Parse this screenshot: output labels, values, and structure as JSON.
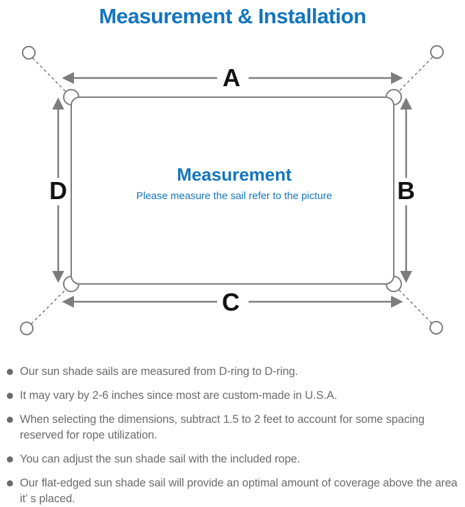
{
  "colors": {
    "accent_blue": "#1475bd",
    "line_gray": "#7c7c7c",
    "label_black": "#121212",
    "text_gray": "#6b6b6b"
  },
  "header": {
    "title": "Measurement & Installation"
  },
  "diagram": {
    "dimension_labels": {
      "top": "A",
      "right": "B",
      "bottom": "C",
      "left": "D"
    },
    "center": {
      "title": "Measurement",
      "subtitle": "Please measure the sail refer to the picture"
    }
  },
  "notes": {
    "items": [
      "Our sun shade sails are measured from D-ring to D-ring.",
      "It may vary by 2-6 inches since most are custom-made in U.S.A.",
      "When selecting the dimensions, subtract 1.5 to 2 feet to account for some spacing reserved for rope utilization.",
      "You can adjust the sun shade sail with the included rope.",
      "Our flat-edged sun shade sail will provide an optimal amount of coverage above the area it’ s placed."
    ]
  }
}
